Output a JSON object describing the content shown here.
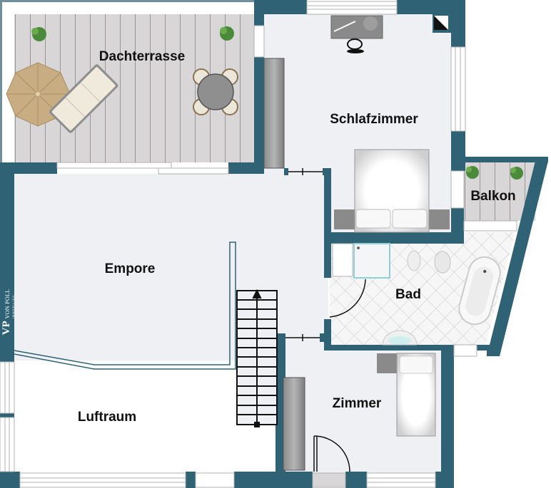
{
  "floorplan": {
    "colors": {
      "wall": "#2f6275",
      "floor": "#eef0f3",
      "deck": "#d9d6d8",
      "tile": "#f4f4f4",
      "window": "#ffffff",
      "umbrella": "#c8ad82"
    },
    "rooms": [
      {
        "id": "dachterrasse",
        "label": "Dachterrasse"
      },
      {
        "id": "schlafzimmer",
        "label": "Schlafzimmer"
      },
      {
        "id": "balkon",
        "label": "Balkon"
      },
      {
        "id": "empore",
        "label": "Empore"
      },
      {
        "id": "bad",
        "label": "Bad"
      },
      {
        "id": "zimmer",
        "label": "Zimmer"
      },
      {
        "id": "luftraum",
        "label": "Luftraum"
      }
    ],
    "logo": {
      "mark": "VP",
      "name": "VON POLL",
      "sub": "IMMOBILIEN"
    },
    "icons": [
      "plant-icon",
      "umbrella-icon",
      "sun-lounger-icon",
      "table-chairs-icon",
      "desk-icon",
      "chair-icon",
      "wardrobe-icon",
      "double-bed-icon",
      "shower-icon",
      "bidet-icon",
      "toilet-icon",
      "bathtub-icon",
      "sink-icon",
      "single-bed-icon",
      "nightstand-icon",
      "staircase-icon",
      "door-icon",
      "chimney-icon"
    ]
  }
}
